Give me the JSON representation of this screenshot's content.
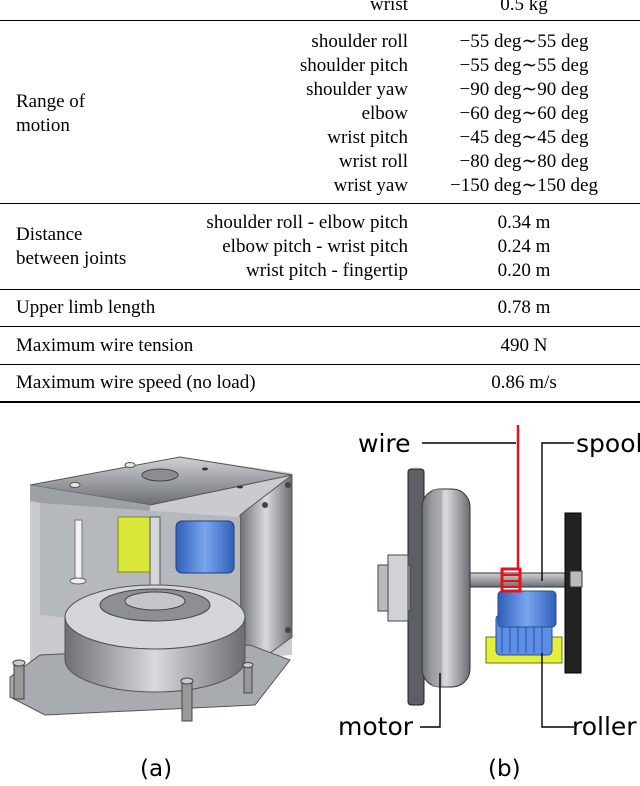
{
  "table": {
    "top_partial": {
      "sub": "wrist",
      "value": "0.5 kg"
    },
    "sections": [
      {
        "category": [
          "Range of",
          "motion"
        ],
        "rows": [
          {
            "sub": "shoulder roll",
            "value": "−55 deg∼55 deg"
          },
          {
            "sub": "shoulder pitch",
            "value": "−55 deg∼55 deg"
          },
          {
            "sub": "shoulder yaw",
            "value": "−90 deg∼90 deg"
          },
          {
            "sub": "elbow",
            "value": "−60 deg∼60 deg"
          },
          {
            "sub": "wrist pitch",
            "value": "−45 deg∼45 deg"
          },
          {
            "sub": "wrist roll",
            "value": "−80 deg∼80 deg"
          },
          {
            "sub": "wrist yaw",
            "value": "−150 deg∼150 deg"
          }
        ]
      },
      {
        "category": [
          "Distance",
          "between joints"
        ],
        "rows": [
          {
            "sub": "shoulder roll - elbow pitch",
            "value": "0.34 m"
          },
          {
            "sub": "elbow pitch - wrist pitch",
            "value": "0.24 m"
          },
          {
            "sub": "wrist pitch - fingertip",
            "value": "0.20 m"
          }
        ]
      },
      {
        "category": [
          "Upper limb length"
        ],
        "rows": [
          {
            "sub": "",
            "value": "0.78 m"
          }
        ]
      },
      {
        "category": [
          "Maximum wire tension"
        ],
        "rows": [
          {
            "sub": "",
            "value": "490 N"
          }
        ]
      },
      {
        "category": [
          "Maximum wire speed (no load)"
        ],
        "rows": [
          {
            "sub": "",
            "value": "0.86 m/s"
          }
        ]
      }
    ]
  },
  "figure": {
    "labels": {
      "wire": "wire",
      "spool": "spool",
      "motor": "motor",
      "roller": "roller"
    },
    "captions": {
      "a": "(a)",
      "b": "(b)"
    },
    "colors": {
      "wire": "#e8101a",
      "spool": "#4a7fd8",
      "roller_frame": "#e4ef3a"
    }
  }
}
